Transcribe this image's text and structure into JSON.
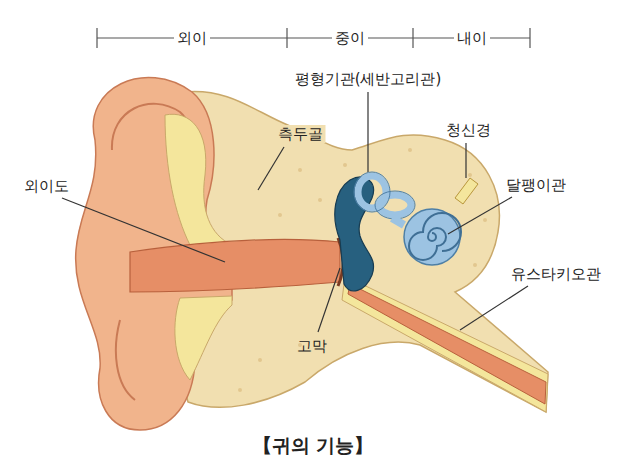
{
  "diagram": {
    "caption": "【귀의 기능】",
    "labels": [
      "외이",
      "중이",
      "내이",
      "평형기관(세반고리관)",
      "측두골",
      "청신경",
      "외이도",
      "달팽이관",
      "유스타키오관",
      "고막"
    ]
  }
}
